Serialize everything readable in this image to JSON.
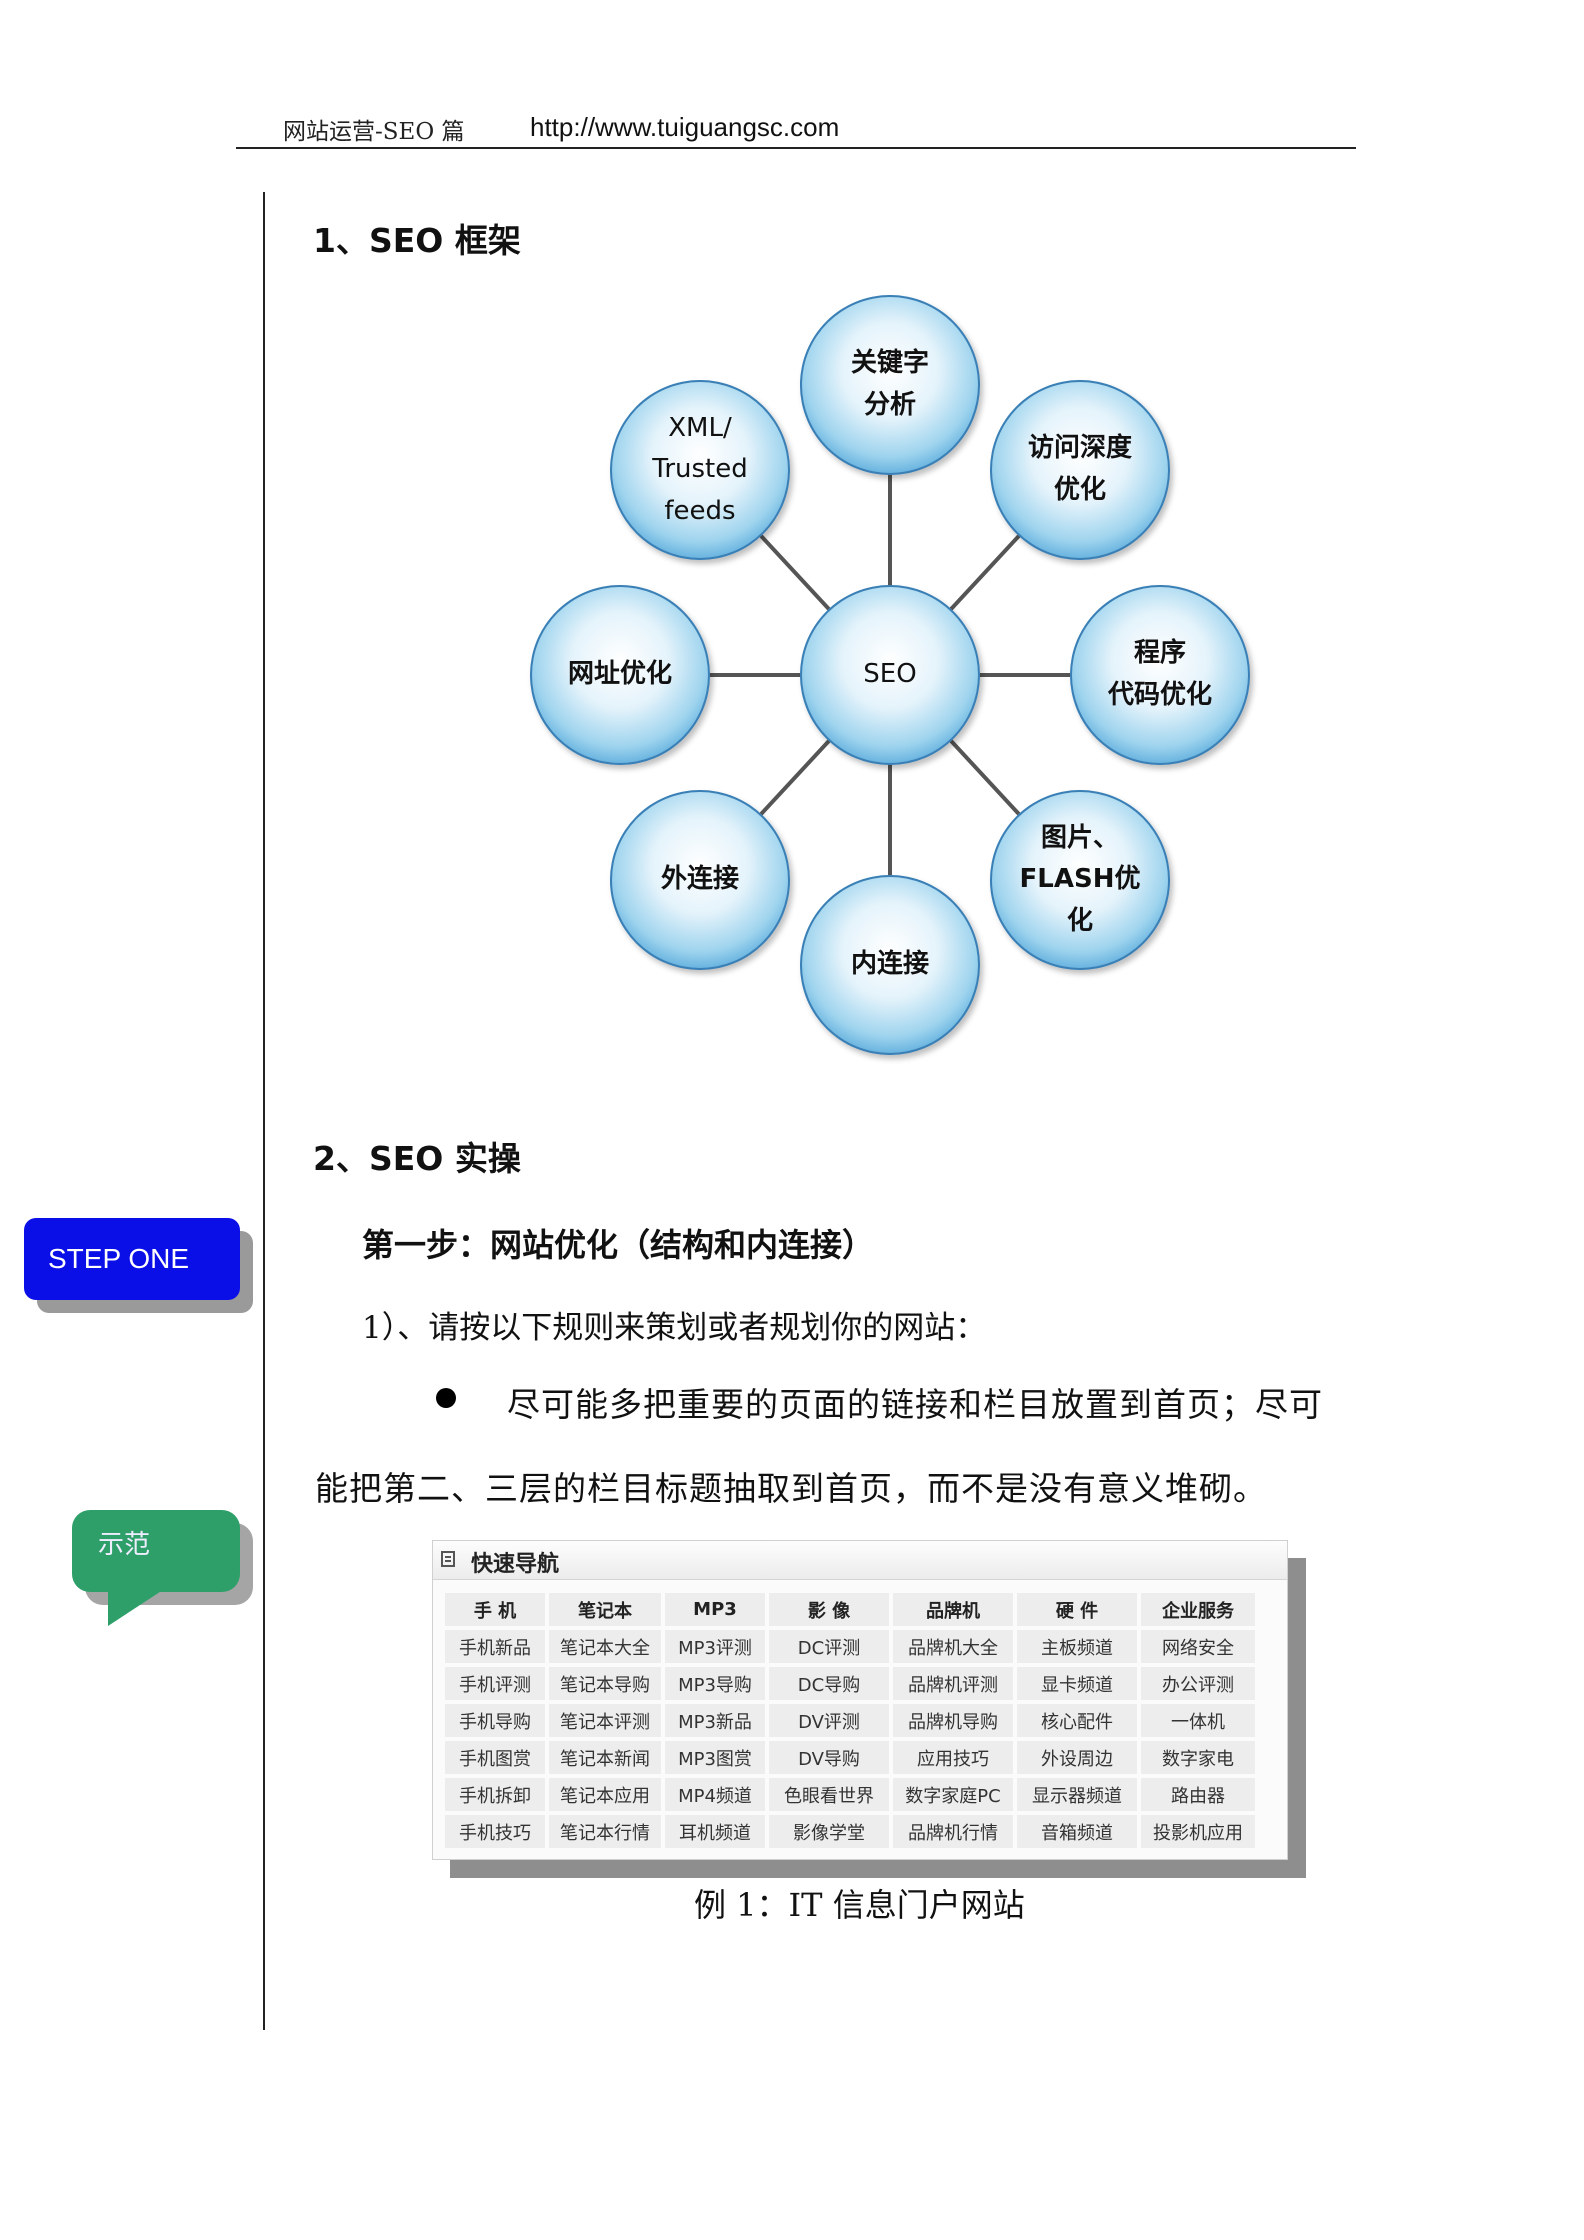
{
  "header": {
    "left": "网站运营-SEO 篇",
    "url": "http://www.tuiguangsc.com"
  },
  "section1": {
    "title": "1、SEO 框架"
  },
  "diagram": {
    "center": "SEO",
    "nodes": [
      {
        "label": "关键字\n分析"
      },
      {
        "label": "访问深度\n优化"
      },
      {
        "label": "程序\n代码优化"
      },
      {
        "label": "图片、\nFLASH优\n化"
      },
      {
        "label": "内连接"
      },
      {
        "label": "外连接"
      },
      {
        "label": "网址优化"
      },
      {
        "label": "XML/\nTrusted\nfeeds"
      }
    ]
  },
  "section2": {
    "title": "2、SEO 实操"
  },
  "side": {
    "step_button": "STEP ONE",
    "demo_bubble": "示范"
  },
  "step1": {
    "title": "第一步：网站优化（结构和内连接）",
    "para1": "1）、请按以下规则来策划或者规划你的网站：",
    "bullet_line1": "尽可能多把重要的页面的链接和栏目放置到首页；尽可",
    "bullet_line2": "能把第二、三层的栏目标题抽取到首页，而不是没有意义堆砌。"
  },
  "quick_nav": {
    "title": "快速导航",
    "headers": [
      "手 机",
      "笔记本",
      "MP3",
      "影 像",
      "品牌机",
      "硬 件",
      "企业服务"
    ],
    "rows": [
      [
        "手机新品",
        "笔记本大全",
        "MP3评测",
        "DC评测",
        "品牌机大全",
        "主板频道",
        "网络安全"
      ],
      [
        "手机评测",
        "笔记本导购",
        "MP3导购",
        "DC导购",
        "品牌机评测",
        "显卡频道",
        "办公评测"
      ],
      [
        "手机导购",
        "笔记本评测",
        "MP3新品",
        "DV评测",
        "品牌机导购",
        "核心配件",
        "一体机"
      ],
      [
        "手机图赏",
        "笔记本新闻",
        "MP3图赏",
        "DV导购",
        "应用技巧",
        "外设周边",
        "数字家电"
      ],
      [
        "手机拆卸",
        "笔记本应用",
        "MP4频道",
        "色眼看世界",
        "数字家庭PC",
        "显示器频道",
        "路由器"
      ],
      [
        "手机技巧",
        "笔记本行情",
        "耳机频道",
        "影像学堂",
        "品牌机行情",
        "音箱频道",
        "投影机应用"
      ]
    ]
  },
  "caption": "例 1：IT 信息门户网站"
}
